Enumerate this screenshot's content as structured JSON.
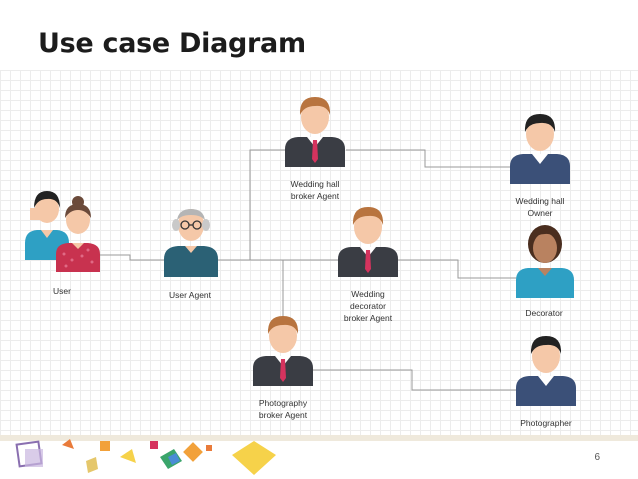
{
  "slide": {
    "title": "Use case Diagram",
    "page_number": "6"
  },
  "actors": {
    "user": "User",
    "user_agent": "User Agent",
    "wedding_hall_broker": [
      "Wedding hall",
      "broker Agent"
    ],
    "wedding_hall_owner": [
      "Wedding hall",
      "Owner"
    ],
    "decorator_broker": [
      "Wedding",
      "decorator",
      "broker Agent"
    ],
    "decorator": "Decorator",
    "photography_broker": [
      "Photography",
      "broker Agent"
    ],
    "photographer": "Photographer"
  },
  "colors": {
    "skin": "#f5c8a8",
    "hair_brown": "#b8743f",
    "hair_dark": "#222222",
    "suit": "#3a3d44",
    "tie": "#d6335e",
    "navy": "#3b5078",
    "teal": "#2ea0c4",
    "pink": "#c8324f"
  }
}
